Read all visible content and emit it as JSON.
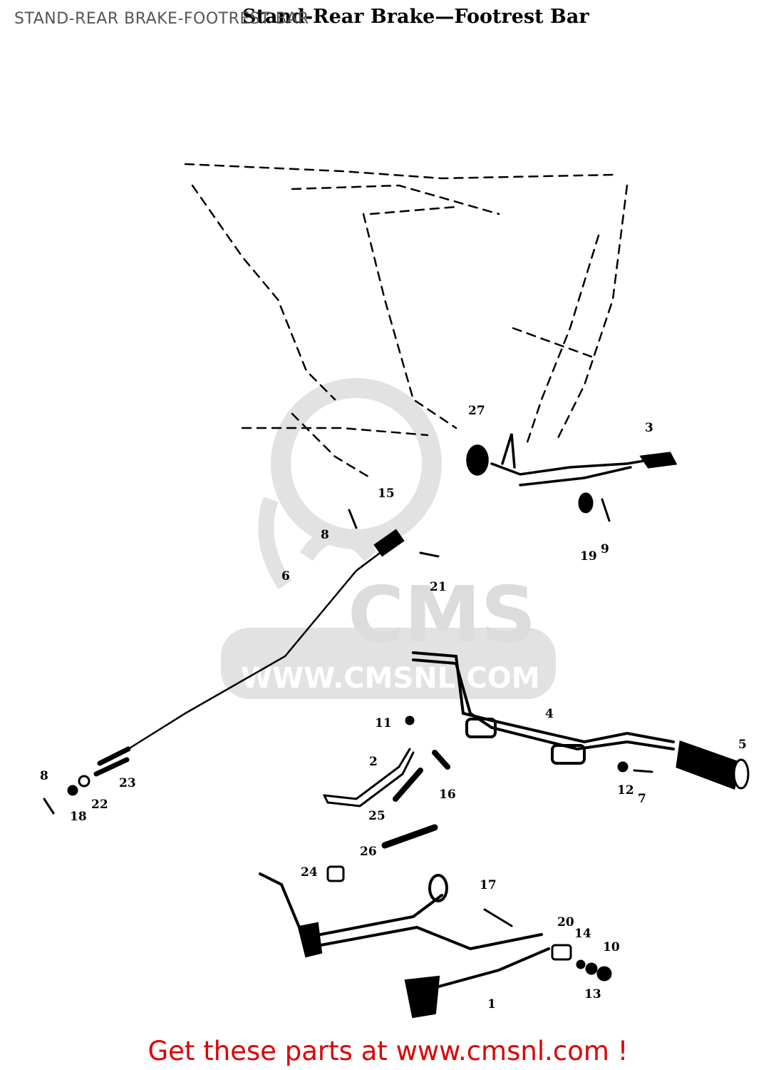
{
  "page": {
    "title": "STAND-REAR BRAKE-FOOTREST BAR",
    "heading": "Stand-Rear Brake—Footrest Bar"
  },
  "watermark": {
    "brand": "CMS",
    "url": "WWW.CMSNL.COM"
  },
  "callouts": {
    "c27": "27",
    "c3": "3",
    "c15": "15",
    "c8a": "8",
    "c19": "19",
    "c9": "9",
    "c6": "6",
    "c21": "21",
    "c4": "4",
    "c5": "5",
    "c11": "11",
    "c2": "2",
    "c16": "16",
    "c12": "12",
    "c7": "7",
    "c8b": "8",
    "c23": "23",
    "c22": "22",
    "c18": "18",
    "c25": "25",
    "c26": "26",
    "c24": "24",
    "c17": "17",
    "c20": "20",
    "c14": "14",
    "c10": "10",
    "c13": "13",
    "c1": "1"
  },
  "footer": {
    "cta": "Get these parts at www.cmsnl.com !"
  },
  "colors": {
    "cta": "#e00000",
    "watermark": "#dcdcdc",
    "ink": "#000000"
  }
}
